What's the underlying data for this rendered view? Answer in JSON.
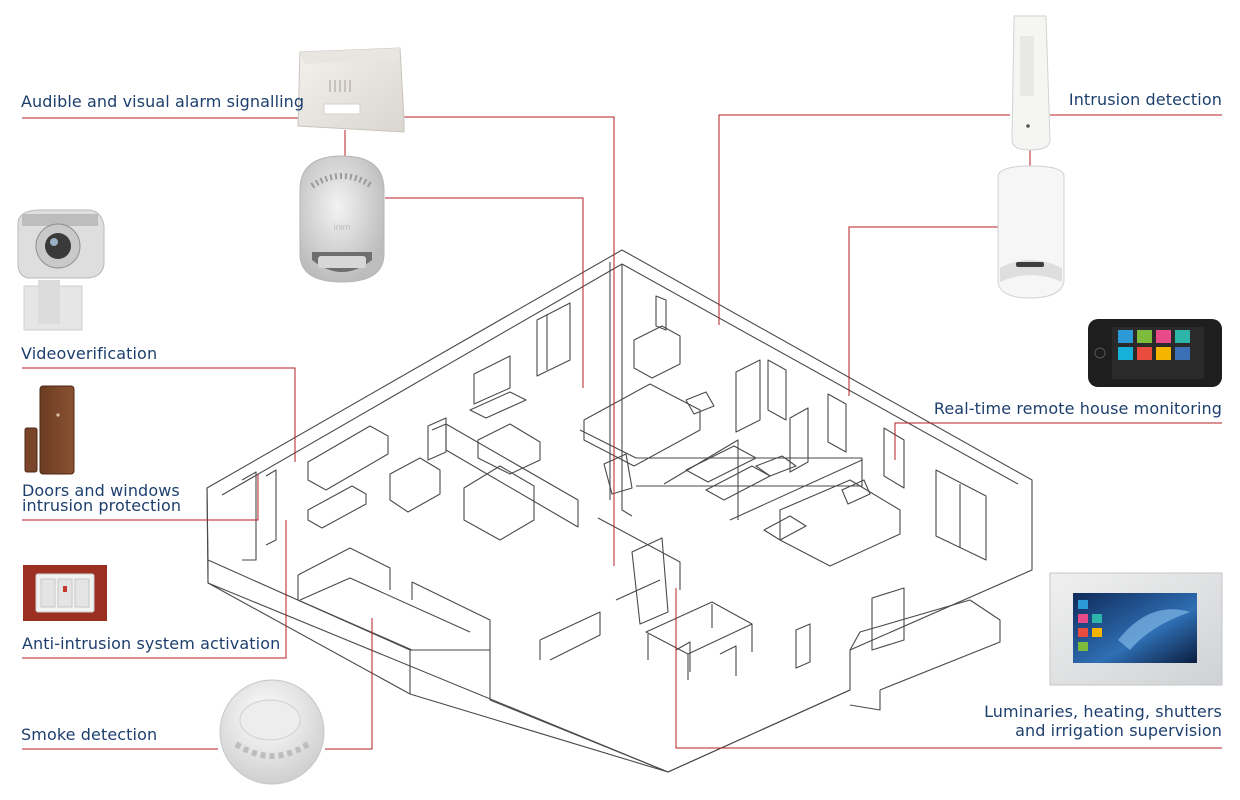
{
  "accent_line_color": "#b52025",
  "label_color": "#1d3f6e",
  "labels": {
    "audible_alarm": "Audible and visual alarm signalling",
    "videoverification": "Videoverification",
    "doors_windows_line1": "Doors and windows",
    "doors_windows_line2": "intrusion protection",
    "anti_intrusion_activation": "Anti-intrusion system activation",
    "smoke_detection": "Smoke detection",
    "intrusion_detection": "Intrusion detection",
    "remote_monitoring": "Real-time remote house monitoring",
    "supervision_line1": "Luminaries, heating, shutters",
    "supervision_line2": "and irrigation supervision"
  },
  "devices": [
    {
      "name": "outdoor-siren-box",
      "icon": "siren-icon"
    },
    {
      "name": "indoor-siren",
      "icon": "speaker-siren-icon"
    },
    {
      "name": "video-camera",
      "icon": "camera-icon"
    },
    {
      "name": "door-contact",
      "icon": "magnetic-contact-icon"
    },
    {
      "name": "keypad-switch",
      "icon": "switch-plate-icon"
    },
    {
      "name": "smoke-detector",
      "icon": "smoke-detector-icon"
    },
    {
      "name": "curtain-detector",
      "icon": "curtain-sensor-icon"
    },
    {
      "name": "pir-detector",
      "icon": "pir-sensor-icon"
    },
    {
      "name": "smartphone",
      "icon": "smartphone-icon"
    },
    {
      "name": "touch-panel",
      "icon": "touchscreen-icon"
    }
  ],
  "brand_mark": "inim"
}
